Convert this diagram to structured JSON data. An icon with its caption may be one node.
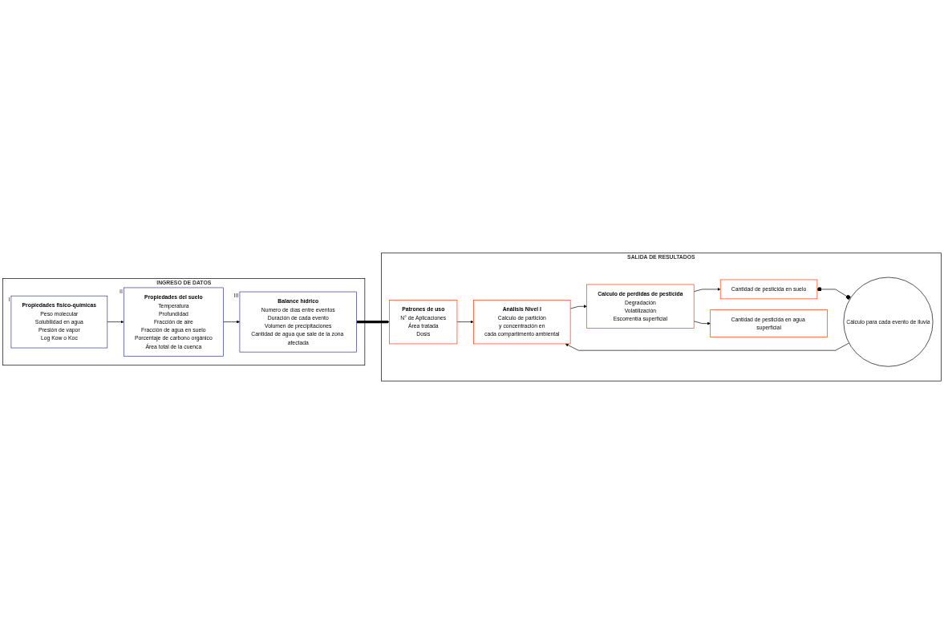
{
  "diagram": {
    "nodes": [
      {
        "text": [
          "INGRESO DE DATOS"
        ]
      },
      {
        "text": [
          "Propiedades físico-químicas",
          "Peso molecular",
          "Solubilidad en agua",
          "Presión de vapor",
          "Log Kow o Koc"
        ],
        "in": 0,
        "beside": [
          "I"
        ]
      },
      {
        "text": [
          "Propiedades del suelo",
          "Temperatura",
          "Profundidad",
          "Fracción de aire",
          "Fracción de agua en suelo",
          "Porcentaje de carbono orgánico",
          "Área total de la cuenca"
        ],
        "in": 0,
        "beside": [
          "II"
        ]
      },
      {
        "text": [
          "Balance hídrico",
          "Numero de días entre eventos",
          "Duración de cada evento",
          "Volumen de precipitaciones",
          "Cantidad de agua que sale de la zona afectada"
        ],
        "in": 0,
        "beside": [
          "III"
        ]
      },
      {
        "text": [
          "SALIDA DE RESULTADOS"
        ]
      },
      {
        "text": [
          "Cantidad de pesticida en suelo"
        ],
        "in": 4
      },
      {
        "text": [
          "Cantidad de pesticida en agua superficial"
        ],
        "in": 4
      },
      {
        "text": [
          "Calculo de perdidas de pesticida",
          "Degradación",
          "Volatilización",
          "Escorrentía superficial"
        ],
        "in": 4
      },
      {
        "text": [
          "Cálculo para cada evento de lluvia"
        ],
        "in": 4
      },
      {
        "text": [
          "Análisis Nivel I",
          "Calculo de partición",
          "y concentración en",
          "cada compartimento ambiental"
        ],
        "in": 4
      },
      {
        "text": [
          "Patrones de uso",
          "N° de Aplicaciones",
          "Área tratada",
          "Dosis"
        ],
        "in": 4
      }
    ],
    "edges": [
      {
        "from": 1,
        "to": 2,
        "arrow": "to"
      },
      {
        "from": 2,
        "to": 3,
        "arrow": "to"
      },
      {
        "from": 3,
        "to": 10,
        "arrow": "to",
        "style": "thick"
      },
      {
        "from": 10,
        "to": 9,
        "arrow": "to"
      },
      {
        "from": 9,
        "to": 7,
        "arrow": "to"
      },
      {
        "from": 7,
        "to": 5,
        "arrow": "to"
      },
      {
        "from": 7,
        "to": 6,
        "arrow": "to"
      },
      {
        "from": 5,
        "to": 8,
        "arrow": "other"
      },
      {
        "from": 8,
        "to": 9,
        "arrow": "to"
      }
    ]
  }
}
